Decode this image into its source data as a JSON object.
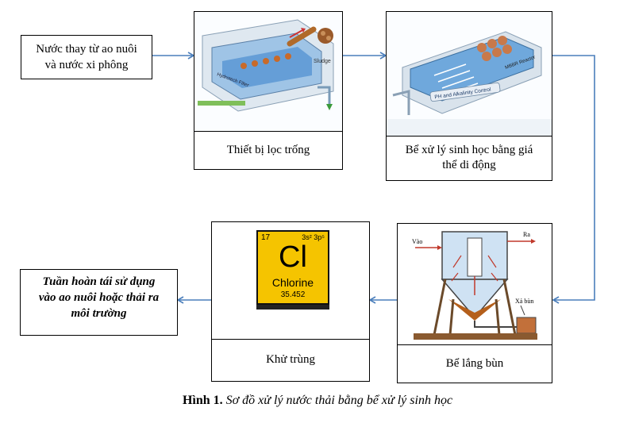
{
  "input": {
    "text_line1": "Nước thay từ ao nuôi",
    "text_line2": "và nước xi phông"
  },
  "stages": [
    {
      "label": "Thiết bị lọc trống",
      "image_labels": [
        "Hydrotech Filter",
        "Sludge"
      ]
    },
    {
      "label_line1": "Bể xử lý sinh học bằng giá",
      "label_line2": "thể di động",
      "image_labels": [
        "MBBR Reactor",
        "PH and Alkalinity Control"
      ]
    },
    {
      "label": "Bể lắng bùn",
      "image_labels": [
        "Vào",
        "Ra",
        "Xả bùn"
      ]
    },
    {
      "label": "Khử trùng",
      "element": {
        "number": "17",
        "config": "3s² 3p⁵",
        "symbol": "Cl",
        "name": "Chlorine",
        "mass": "35.452"
      }
    }
  ],
  "output": {
    "line1": "Tuần hoàn tái  sử dụng",
    "line2": "vào ao nuôi hoặc thải ra",
    "line3": "môi trường"
  },
  "caption": {
    "prefix": "Hình 1.",
    "text": "Sơ đồ xử lý nước thải bằng bể xử lý sinh học"
  },
  "colors": {
    "arrow": "#4a7ebb",
    "chlorine_tile": "#f5c400"
  }
}
